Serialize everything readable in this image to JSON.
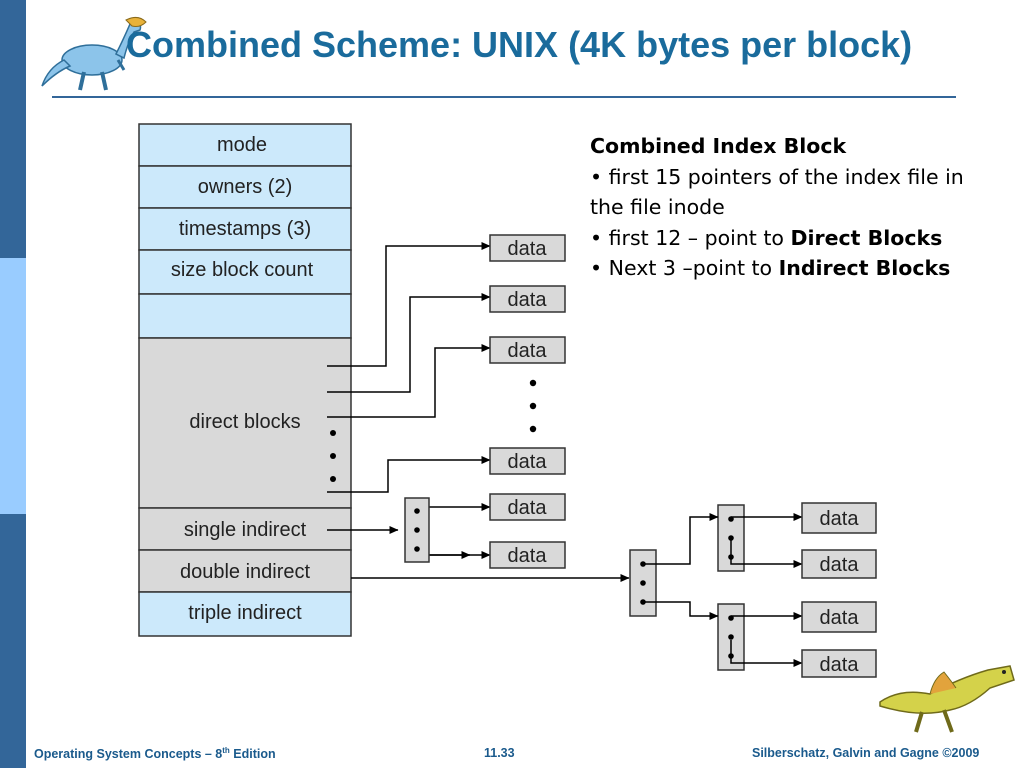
{
  "slide": {
    "title": "Combined Scheme:  UNIX (4K bytes per block)",
    "logo_icon": "dinosaur-icon",
    "footer_logo_icon": "dinosaur-icon",
    "colors": {
      "accent": "#336699",
      "title": "#1a6b9c",
      "inode_light": "#cce9fb",
      "inode_gray": "#d9d9d9"
    }
  },
  "inode": {
    "fields": [
      "mode",
      "owners (2)",
      "timestamps (3)",
      "size block count",
      ""
    ],
    "direct": "direct blocks",
    "single": "single indirect",
    "double": "double indirect",
    "triple": "triple indirect"
  },
  "data_label": "data",
  "info": {
    "heading": "Combined Index Block",
    "bullet_symbol": "•",
    "b1": "first 15 pointers of the index file in the file inode",
    "b2_text": "first 12 – point to ",
    "b2_bold": "Direct Blocks",
    "b3_text": "Next 3 –point to ",
    "b3_bold": "Indirect Blocks"
  },
  "footer": {
    "book_prefix": "Operating System Concepts – 8",
    "book_sup": "th",
    "book_suffix": " Edition",
    "page": "11.33",
    "authors": "Silberschatz, Galvin and Gagne ©2009"
  }
}
